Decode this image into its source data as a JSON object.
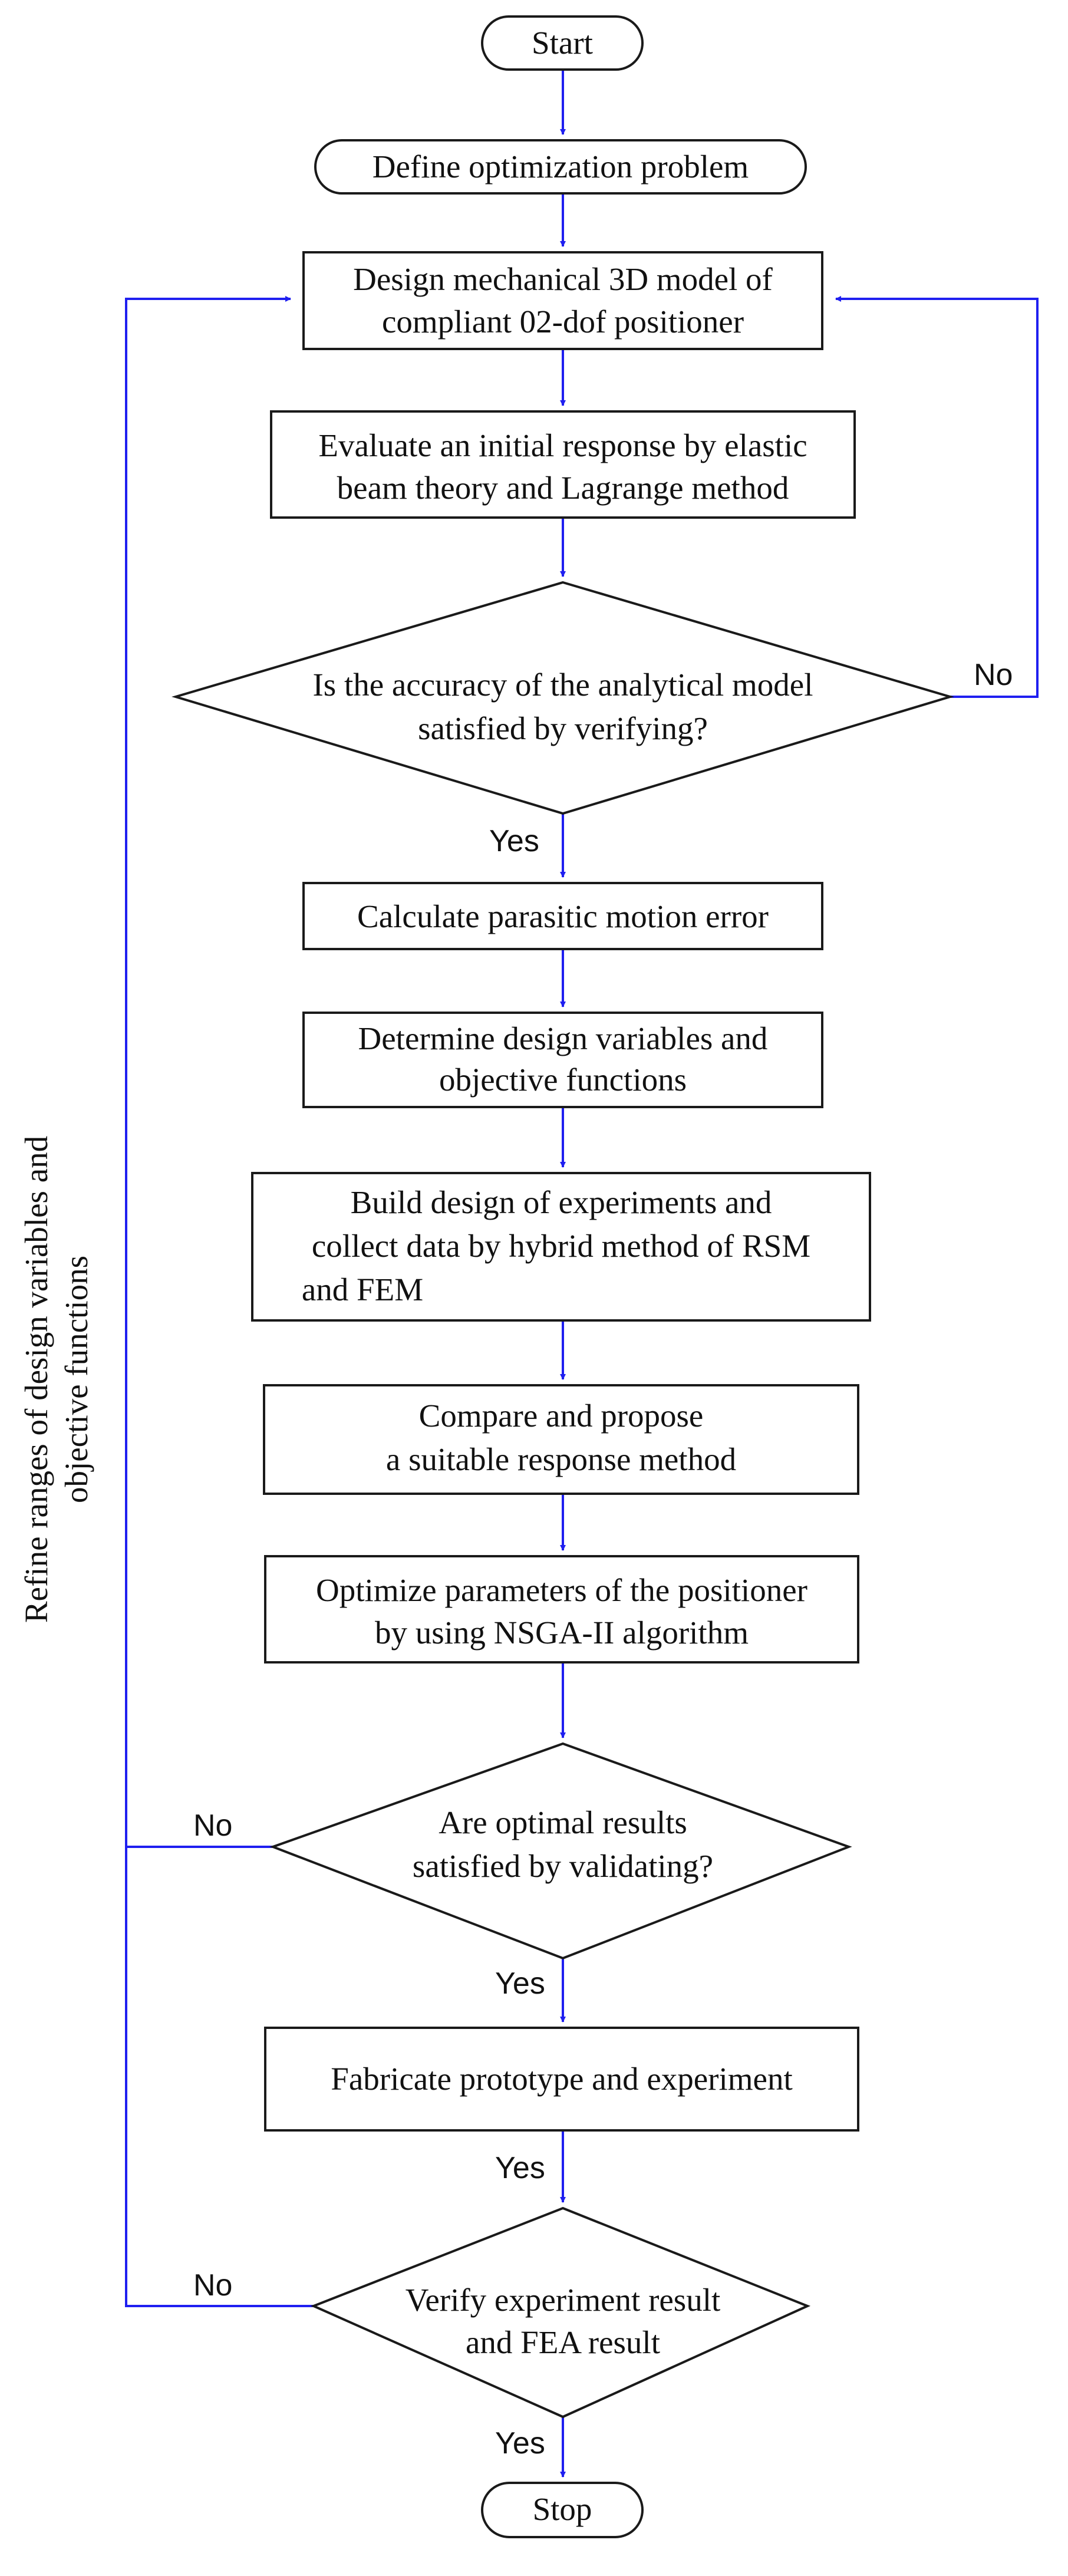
{
  "flowchart": {
    "start": "Start",
    "define": "Define optimization problem",
    "design_model": [
      "Design mechanical 3D model of",
      "compliant 02-dof positioner"
    ],
    "evaluate": [
      "Evaluate an initial response by elastic",
      "beam theory and Lagrange method"
    ],
    "decision_accuracy": [
      "Is the accuracy of the analytical model",
      "satisfied by verifying?"
    ],
    "calc_error": "Calculate parasitic motion error",
    "determine": [
      "Determine design variables and",
      "objective functions"
    ],
    "build_doe": [
      "Build design of experiments and",
      "collect data by hybrid method of RSM",
      "and FEM"
    ],
    "compare": [
      "Compare and propose",
      "a suitable response method"
    ],
    "optimize": [
      "Optimize parameters of the positioner",
      "by using NSGA-II algorithm"
    ],
    "decision_optimal": [
      "Are optimal results",
      "satisfied by validating?"
    ],
    "fabricate": "Fabricate prototype and experiment",
    "decision_verify": [
      "Verify experiment result",
      "and FEA result"
    ],
    "stop": "Stop",
    "side_label": [
      "Refine ranges of design variables and",
      "objective functions"
    ],
    "labels": {
      "no_accuracy": "No",
      "yes_accuracy": "Yes",
      "no_optimal": "No",
      "yes_optimal": "Yes",
      "yes_fabricate": "Yes",
      "no_verify": "No",
      "yes_verify": "Yes"
    }
  },
  "colors": {
    "arrow": "#1f1ff0",
    "border": "#1a1a1a"
  }
}
